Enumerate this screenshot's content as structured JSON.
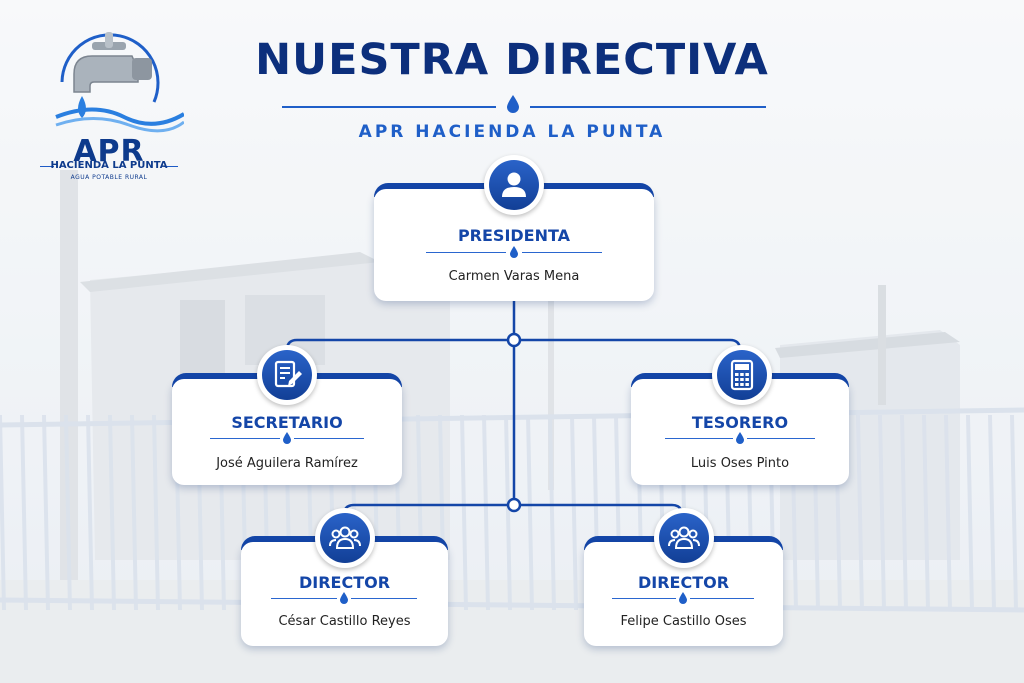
{
  "header": {
    "title": "NUESTRA DIRECTIVA",
    "subtitle": "APR HACIENDA LA PUNTA"
  },
  "logo": {
    "acronym": "APR",
    "name": "HACIENDA LA PUNTA",
    "tagline": "AGUA POTABLE RURAL"
  },
  "roles": [
    {
      "id": "presidenta",
      "role": "PRESIDENTA",
      "name": "Carmen Varas Mena",
      "icon": "user-icon"
    },
    {
      "id": "secretario",
      "role": "SECRETARIO",
      "name": "José Aguilera Ramírez",
      "icon": "document-edit-icon"
    },
    {
      "id": "tesorero",
      "role": "TESORERO",
      "name": "Luis Oses Pinto",
      "icon": "calculator-icon"
    },
    {
      "id": "director-1",
      "role": "DIRECTOR",
      "name": "César Castillo Reyes",
      "icon": "group-icon"
    },
    {
      "id": "director-2",
      "role": "DIRECTOR",
      "name": "Felipe Castillo Oses",
      "icon": "group-icon"
    }
  ],
  "colors": {
    "primary": "#1446a8",
    "title": "#0c2f7c",
    "accent": "#1f5fc8"
  }
}
